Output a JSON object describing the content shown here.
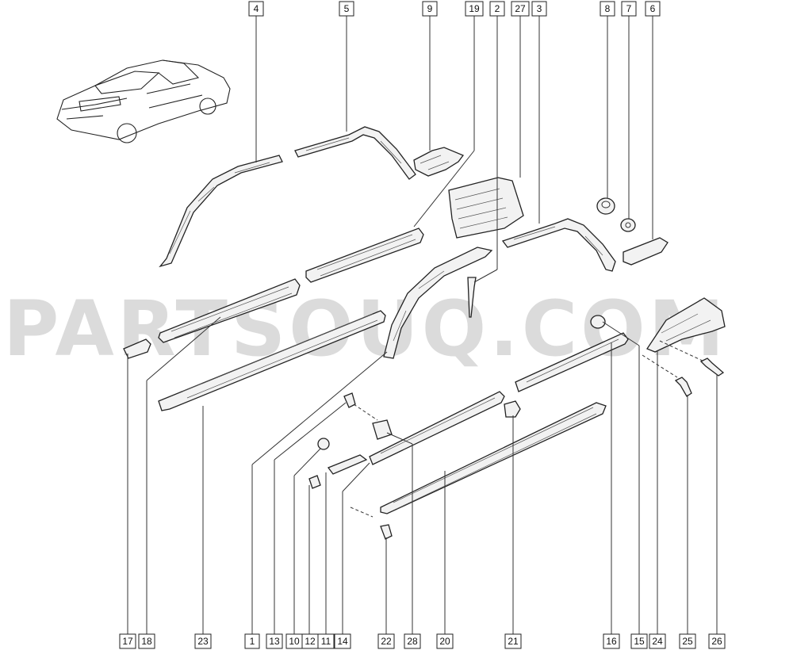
{
  "watermark": "PARTSOUQ.COM",
  "callouts_top": [
    "4",
    "5",
    "9",
    "19",
    "2",
    "27",
    "3",
    "8",
    "7",
    "6"
  ],
  "callouts_bottom": [
    "17",
    "18",
    "23",
    "1",
    "13",
    "10",
    "12",
    "11",
    "14",
    "22",
    "28",
    "20",
    "21",
    "16",
    "15",
    "24",
    "25",
    "26"
  ]
}
